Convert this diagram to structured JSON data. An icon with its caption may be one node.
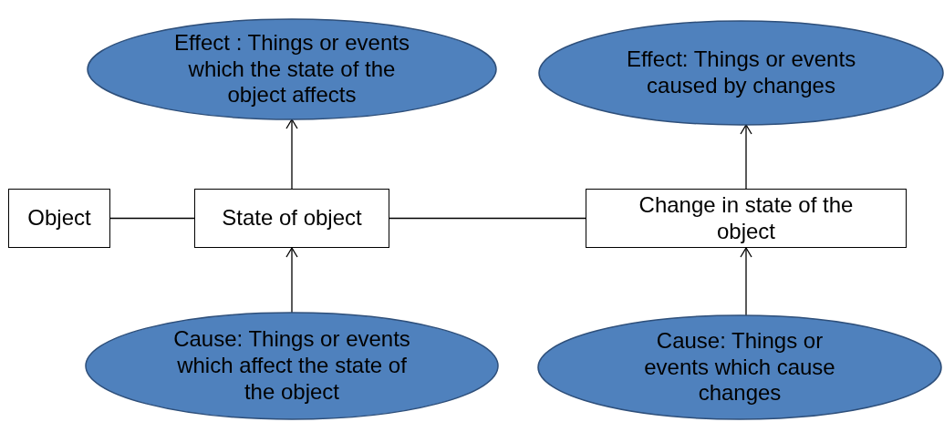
{
  "diagram": {
    "nodes": [
      {
        "text": [
          "Effect : Things or events which the state of the object affects"
        ]
      },
      {
        "text": [
          "Effect:  Things or events caused by changes"
        ]
      },
      {
        "text": [
          "Object"
        ]
      },
      {
        "text": [
          "State of object"
        ]
      },
      {
        "text": [
          "Change in  state of the object"
        ]
      },
      {
        "text": [
          "Cause: Things or events which affect the state of the object"
        ]
      },
      {
        "text": [
          "Cause: Things or events which cause changes"
        ]
      }
    ],
    "edges": [
      {
        "from": 2,
        "to": 3,
        "arrow": "none"
      },
      {
        "from": 3,
        "to": 4,
        "arrow": "none"
      },
      {
        "from": 3,
        "to": 0,
        "arrow": "to"
      },
      {
        "from": 5,
        "to": 3,
        "arrow": "to"
      },
      {
        "from": 4,
        "to": 1,
        "arrow": "to"
      },
      {
        "from": 6,
        "to": 4,
        "arrow": "to"
      }
    ]
  }
}
